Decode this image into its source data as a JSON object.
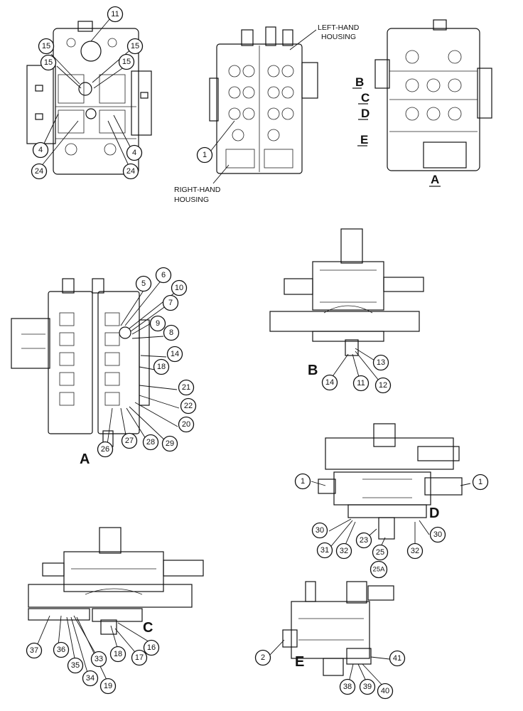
{
  "annotations": {
    "left_housing": [
      "LEFT-HAND",
      "HOUSING"
    ],
    "right_housing": [
      "RIGHT-HAND",
      "HOUSING"
    ]
  },
  "section_marks": [
    "B",
    "C",
    "D",
    "E",
    "A"
  ],
  "views": {
    "A": {
      "label": "A"
    },
    "B": {
      "label": "B"
    },
    "C": {
      "label": "C"
    },
    "D": {
      "label": "D"
    },
    "E": {
      "label": "E"
    }
  },
  "callouts": {
    "top_left": [
      "11",
      "15",
      "15",
      "15",
      "15",
      "4",
      "24",
      "24",
      "4"
    ],
    "top_middle": [
      "1"
    ],
    "view_a": [
      "5",
      "6",
      "10",
      "7",
      "9",
      "8",
      "14",
      "18",
      "21",
      "22",
      "20",
      "29",
      "28",
      "27",
      "26"
    ],
    "view_b": [
      "13",
      "12",
      "11",
      "14"
    ],
    "view_d": [
      "1",
      "1",
      "30",
      "31",
      "32",
      "23",
      "25",
      "25A",
      "32",
      "30"
    ],
    "view_c": [
      "37",
      "36",
      "35",
      "34",
      "33",
      "19",
      "18",
      "17",
      "16"
    ],
    "view_e": [
      "2",
      "41",
      "38",
      "39",
      "40"
    ]
  }
}
